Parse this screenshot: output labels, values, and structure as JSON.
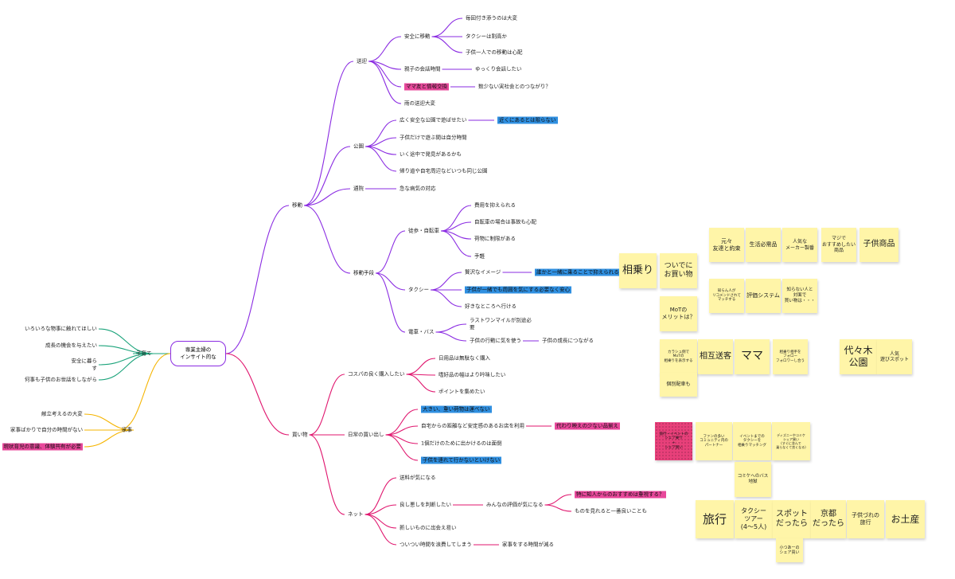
{
  "colors": {
    "purple": "#8a2be2",
    "magenta": "#e0166e",
    "green": "#1aa37a",
    "orange": "#f5b400",
    "sticky": "#fff5a8",
    "pink_hl": "#e8489b",
    "blue_hl": "#2f8fe0"
  },
  "root": "専業主婦の\nインサイト的な",
  "branches": {
    "idou": "移動",
    "kaimono": "買い物",
    "kosodate": "子育て",
    "kaji": "家事"
  },
  "idou": {
    "sougei": "送迎",
    "anzen": "安全に移動",
    "anzen_1": "毎回付き添うのは大変",
    "anzen_2": "タクシーは割高か",
    "anzen_3": "子供一人での移動は心配",
    "oyako": "親子の会話時間",
    "oyako_1": "ゆっくり会話したい",
    "mamatomo": "ママ友と情報交換",
    "mamatomo_1": "数少ない実社会とのつながり？",
    "ame": "雨の送迎大変",
    "kouen": "公園",
    "kouen_1": "広く安全な公園で遊ばせたい",
    "kouen_1a": "近くにあるとは限らない",
    "kouen_2": "子供だけで遊ぶ間は自分時間",
    "kouen_3": "いく途中で発見があるかも",
    "kouen_4": "帰り道や自宅周辺などいつも同じ公園",
    "tsuuin": "通院",
    "tsuuin_1": "急な病気の対応",
    "shudan": "移動手段",
    "toho": "徒歩・自転車",
    "toho_1": "費用を抑えられる",
    "toho_2": "自転車の場合は事故も心配",
    "toho_3": "荷物に制限がある",
    "toho_4": "手軽",
    "taxi": "タクシー",
    "taxi_1": "贅沢なイメージ",
    "taxi_1a": "誰かと一緒に乗ることで抑えられる",
    "taxi_2": "子供が一緒でも周囲を気にする必要なく安心",
    "taxi_3": "好きなところへ行ける",
    "densha": "電車・バス",
    "densha_1": "ラストワンマイルが別途必要",
    "densha_2": "子供の行動に気を使う",
    "densha_2a": "子供の成長につながる"
  },
  "kaimono": {
    "cospa": "コスパの良く購入したい",
    "cospa_1": "日用品は無駄なく購入",
    "cospa_2": "嗜好品の幅はより吟味したい",
    "cospa_3": "ポイントを集めたい",
    "nichijou": "日常の買い出し",
    "nichijou_1": "大きい、重い荷物は運べない",
    "nichijou_2": "自宅からの距離など安定感のあるお店を利用",
    "nichijou_2a": "代わり映えの少ない品揃え",
    "nichijou_3": "1個だけのために出かけるのは面倒",
    "nichijou_4": "子供を連れて行かないといけない",
    "net": "ネット",
    "net_1": "送料が気になる",
    "net_2": "良し悪しを判断したい",
    "net_2a": "みんなの評価が気になる",
    "net_2a1": "特に知人からのおすすめは重視する？",
    "net_2a2": "ものを見れると一番良いことも",
    "net_3": "新しいものに出会え易い",
    "net_4": "ついつい時間を浪費してしまう",
    "net_4a": "家事をする時間が減る"
  },
  "kosodate": {
    "k1": "いろいろな物事に触れてほしい",
    "k2": "成長の機会を与えたい",
    "k3": "安全に暮らす",
    "k4": "何事も子供のお世話をしながら"
  },
  "kaji": {
    "j1": "献立考えるの大変",
    "j2": "家事ばかりで自分の時間がない",
    "j3": "現状育児の意識、体験共有が必要"
  },
  "stickies": {
    "ainori": "相乗り",
    "tsuide": "ついでに\nお買い物",
    "tomodachi": "元々\n友達と約束",
    "seikatsu": "生活必需品",
    "maker": "人気な\nメーカー製番",
    "osusume": "マジで\nおすすめしたい\n商品",
    "kodomo_shouhin": "子供商品",
    "shiranai": "知らん人が\nリコメンドされて\nマッチする",
    "hyouka": "評価システム",
    "taimen": "知らない人と\n対面で\n買い物は・・・",
    "mot": "MoTの\nメリットは？",
    "karusu": "カラシュ側で\nMoTの\n相乗りを表示する",
    "sougo": "相互送客",
    "mama": "ママ",
    "follow": "相乗り相手を\nフォロー\nフォロワーし合う",
    "yoyogi": "代々木\n公園",
    "ninki": "人気\n遊びスポット",
    "kobetsu": "個別配車も",
    "event_share": "旅行・イベントの\nシェア乗り\n+\nシェア買い",
    "fan": "ファンの多い\nコミュニティ内の\nパートナー",
    "event_taxi": "イベントまでの\nタクシーを\n相乗りマッチング",
    "disney": "ディズニーやコミケ\nシェア買い\n(すぐに並んで\n乗らなくて良くなる)",
    "comiket": "コミケへのバス\n地獄",
    "ryokou": "旅行",
    "taxi_tour": "タクシー\nツアー\n(4〜5人)",
    "spot": "スポット\nだったら",
    "kyoto": "京都\nだったら",
    "kodomo_ryokou": "子供づれの\n旅行",
    "omiyage": "お土産",
    "kotsuaki": "小つあーの\nシェア買い"
  }
}
